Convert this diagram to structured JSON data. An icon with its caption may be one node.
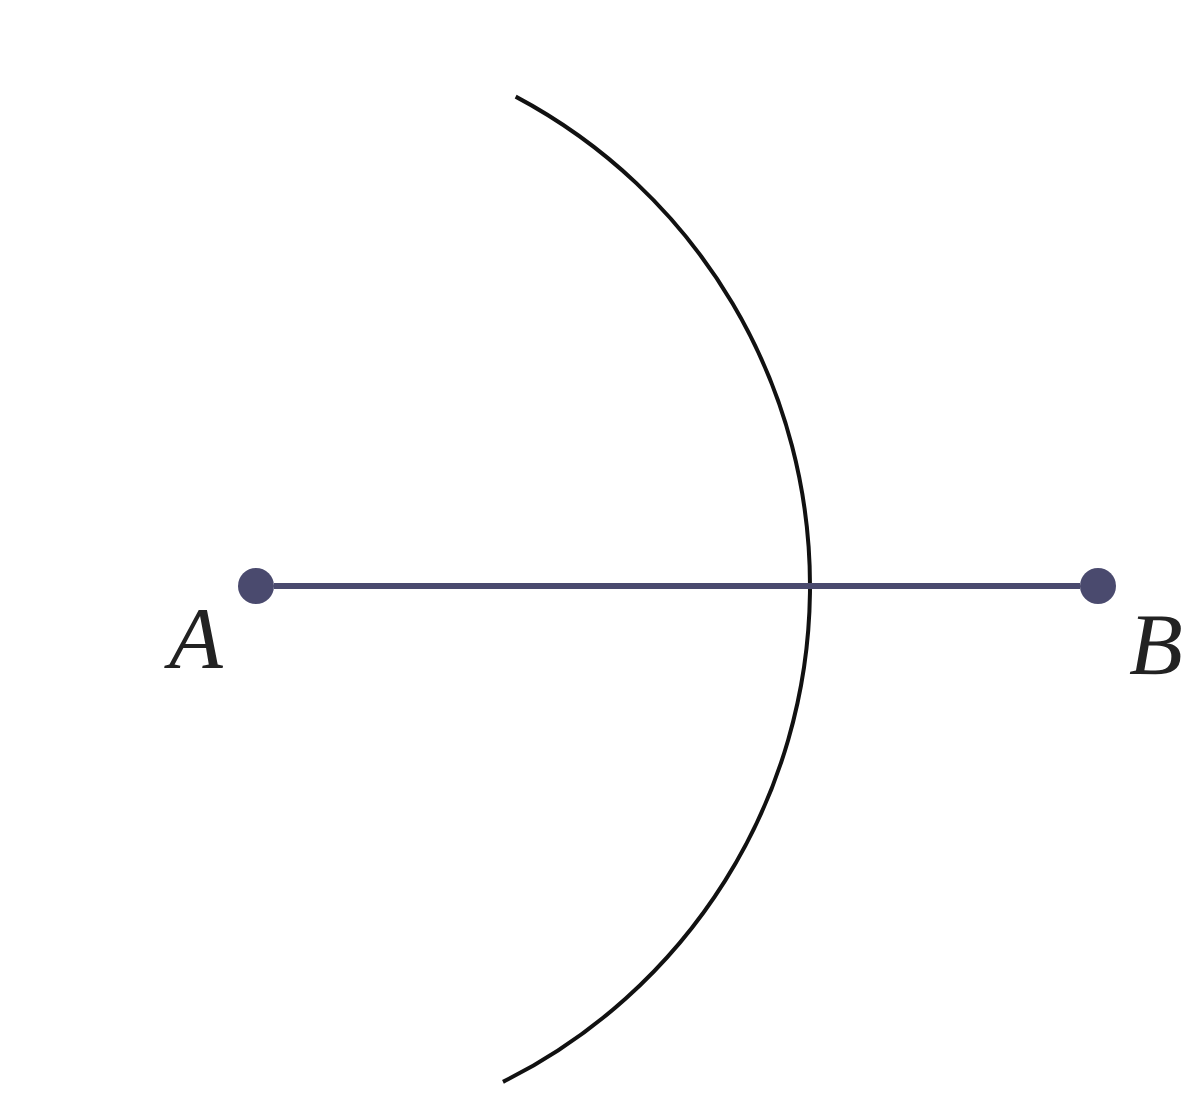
{
  "diagram": {
    "nodes": [
      {
        "text": [],
        "shape": "circle",
        "beside": [
          "A"
        ]
      },
      {
        "text": [],
        "shape": "circle",
        "beside": [
          "B"
        ]
      }
    ],
    "edges": [
      {
        "from": 0,
        "to": 1,
        "arrow": "none",
        "color": "#4a4a6e"
      }
    ]
  }
}
